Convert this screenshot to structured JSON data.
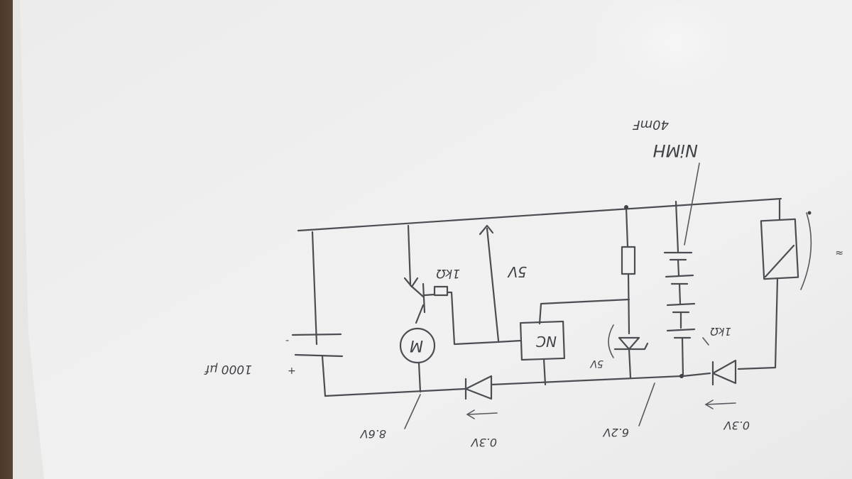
{
  "diagram": {
    "labels": {
      "capacitor": "1000 μf",
      "cap_plus": "+",
      "cap_minus": "-",
      "motor": "M",
      "transistor_res": "1kΩ",
      "arrow_5v": "5V",
      "ic_box": "NC",
      "zener": "5V",
      "battery_type": "NiMH",
      "battery_cap": "40mF",
      "diode_right": "1kΩ",
      "led_side": "≈",
      "bottom_left": "8.6V",
      "bottom_diode_mid": "0.3V",
      "bottom_mid": "6.2V",
      "bottom_right": "0.3V"
    }
  }
}
